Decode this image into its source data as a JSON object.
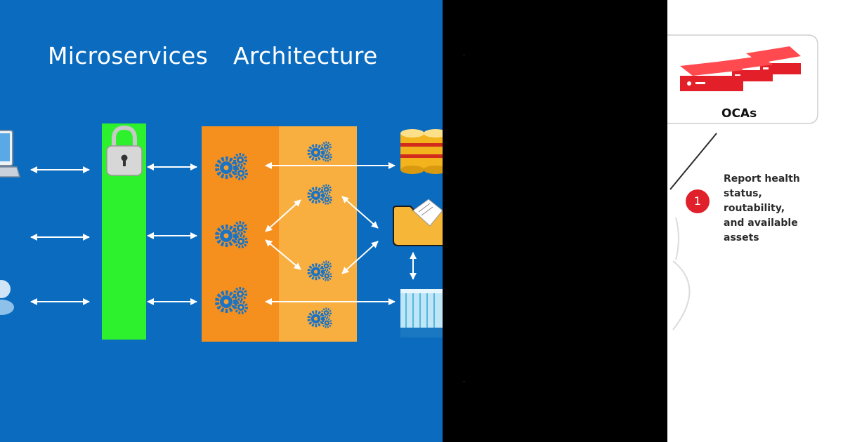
{
  "left": {
    "title_word_1": "Microservices",
    "title_word_2": "Architecture",
    "colors": {
      "background": "#0a6bbf",
      "gateway": "#2ef12e",
      "services_dark": "#f5901f",
      "services_light": "#f9ae40",
      "gear": "#1b73c4",
      "arrow": "#ffffff"
    }
  },
  "right": {
    "device_label": "OCAs",
    "step_number": "1",
    "step_lines": [
      "Report health",
      "status,",
      "routability,",
      "and available",
      "assets"
    ],
    "colors": {
      "appliance": "#e3202a",
      "badge": "#e0202b"
    }
  }
}
